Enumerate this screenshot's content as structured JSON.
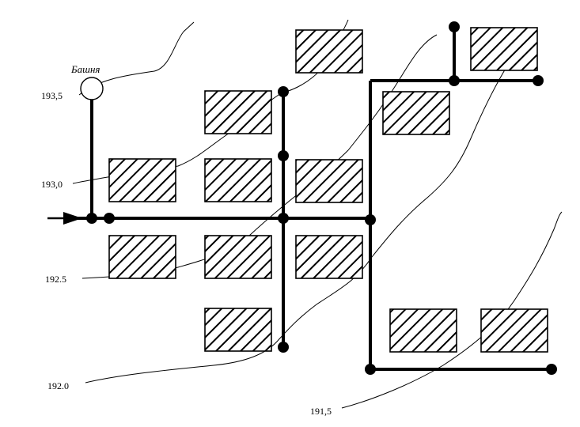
{
  "labels": {
    "tower": "Башня",
    "contour_193_5": "193,5",
    "contour_193_0": "193,0",
    "contour_192_5": "192.5",
    "contour_192_0": "192.0",
    "contour_191_5": "191,5"
  },
  "colors": {
    "line": "#000000",
    "background": "#ffffff"
  },
  "icons": {
    "inlet": "arrow-right-icon",
    "tower": "water-tower-circle-icon",
    "junction": "filled-dot-icon"
  }
}
